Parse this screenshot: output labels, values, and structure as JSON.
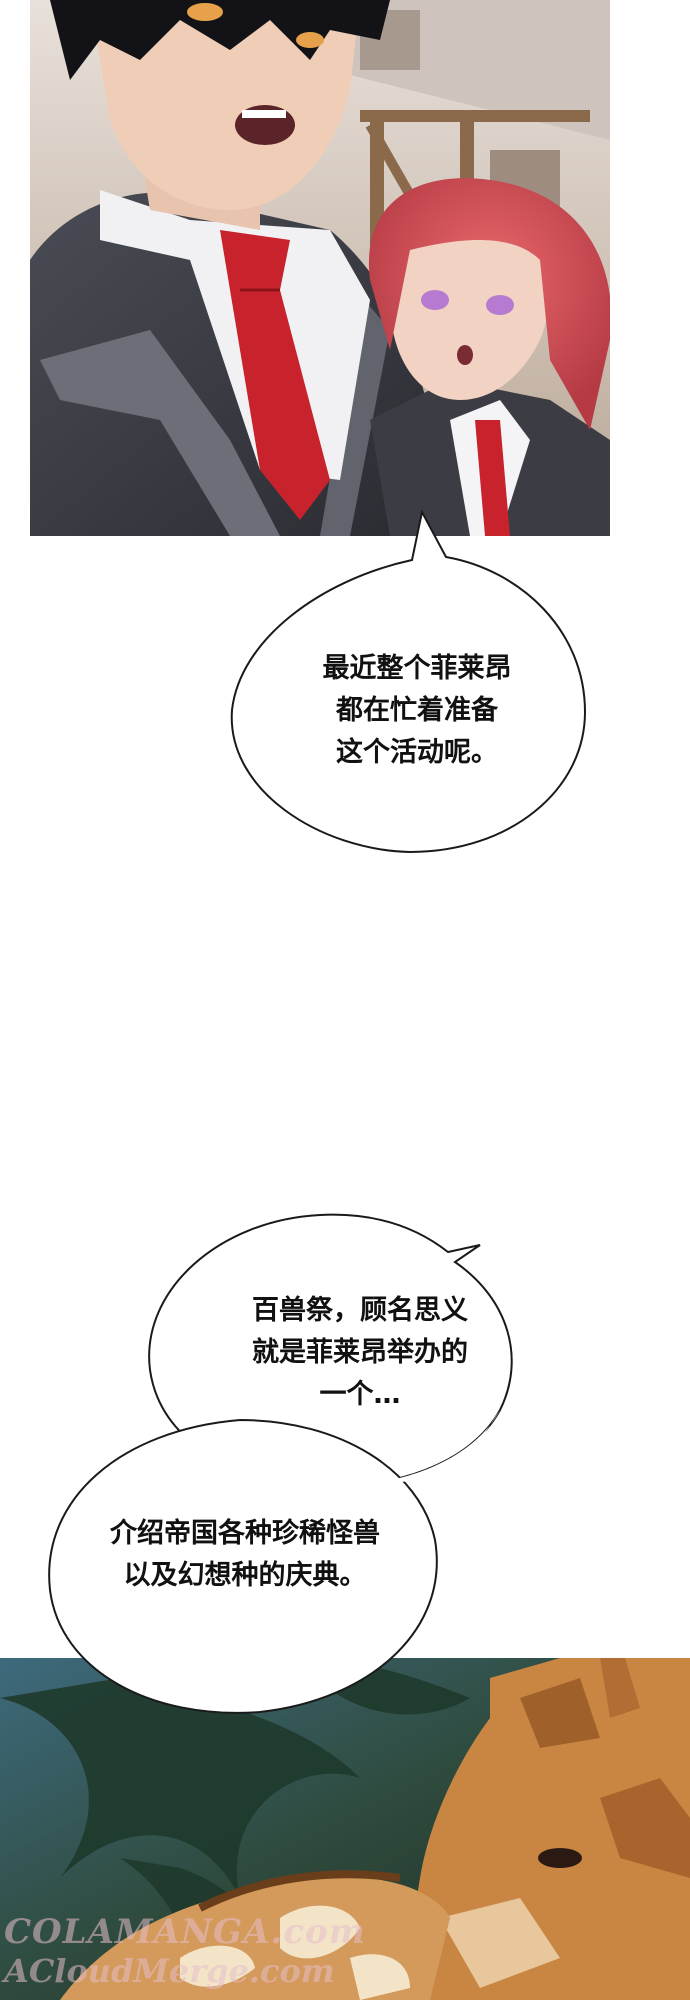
{
  "panels": {
    "top": {
      "scene": "boy-and-girl-in-uniform"
    },
    "bottom": {
      "scene": "giraffe-in-jungle"
    }
  },
  "bubbles": [
    {
      "text": "最近整个菲莱昂\n都在忙着准备\n这个活动呢。"
    },
    {
      "text": "百兽祭，顾名思义\n就是菲莱昂举办的\n一个…"
    },
    {
      "text": "介绍帝国各种珍稀怪兽\n以及幻想种的庆典。"
    }
  ],
  "watermark": {
    "line1": "COLAMANGA.com",
    "line2": "ACloudMerge.com"
  },
  "colors": {
    "background": "#ffffff",
    "bubble_fill": "#ffffff",
    "bubble_outline": "#1a1a1a",
    "tie_red": "#c8222c",
    "hair_red": "#d9535a",
    "blazer": "#3e4048"
  }
}
